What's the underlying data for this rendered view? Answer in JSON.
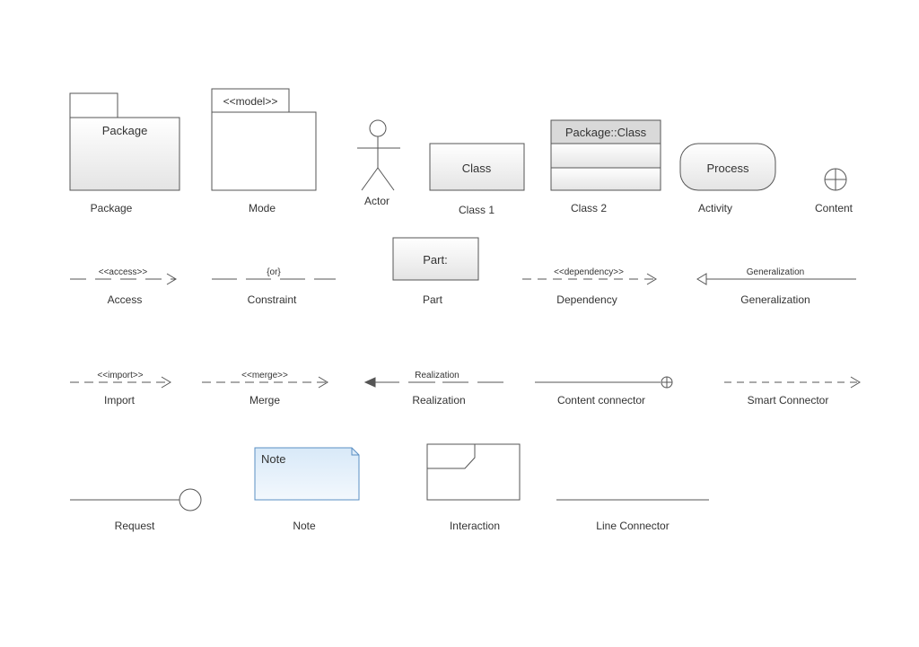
{
  "shapes": {
    "package": {
      "title": "Package",
      "caption": "Package"
    },
    "model": {
      "stereotype": "<<model>>",
      "caption": "Mode"
    },
    "actor": {
      "caption": "Actor"
    },
    "class1": {
      "title": "Class",
      "caption": "Class 1"
    },
    "class2": {
      "header": "Package::Class",
      "caption": "Class 2"
    },
    "activity": {
      "title": "Process",
      "caption": "Activity"
    },
    "content": {
      "caption": "Content"
    },
    "access": {
      "stereotype": "<<access>>",
      "caption": "Access"
    },
    "constraint": {
      "stereotype": "{or}",
      "caption": "Constraint"
    },
    "part": {
      "title": "Part:",
      "caption": "Part"
    },
    "dependency": {
      "stereotype": "<<dependency>>",
      "caption": "Dependency"
    },
    "generalization": {
      "text": "Generalization",
      "caption": "Generalization"
    },
    "import": {
      "stereotype": "<<import>>",
      "caption": "Import"
    },
    "merge": {
      "stereotype": "<<merge>>",
      "caption": "Merge"
    },
    "realization": {
      "text": "Realization",
      "caption": "Realization"
    },
    "content_connector": {
      "caption": "Content connector"
    },
    "smart_connector": {
      "caption": "Smart Connector"
    },
    "request": {
      "caption": "Request"
    },
    "note": {
      "title": "Note",
      "caption": "Note"
    },
    "interaction": {
      "caption": "Interaction"
    },
    "line_connector": {
      "caption": "Line Connector"
    }
  },
  "colors": {
    "stroke": "#555555",
    "shape_fill_top": "#ffffff",
    "shape_fill_bottom": "#e4e4e4",
    "class_header": "#d9d9d9",
    "note_fill": "#e6f2fb",
    "note_stroke": "#5a8fc3",
    "text": "#333333"
  }
}
